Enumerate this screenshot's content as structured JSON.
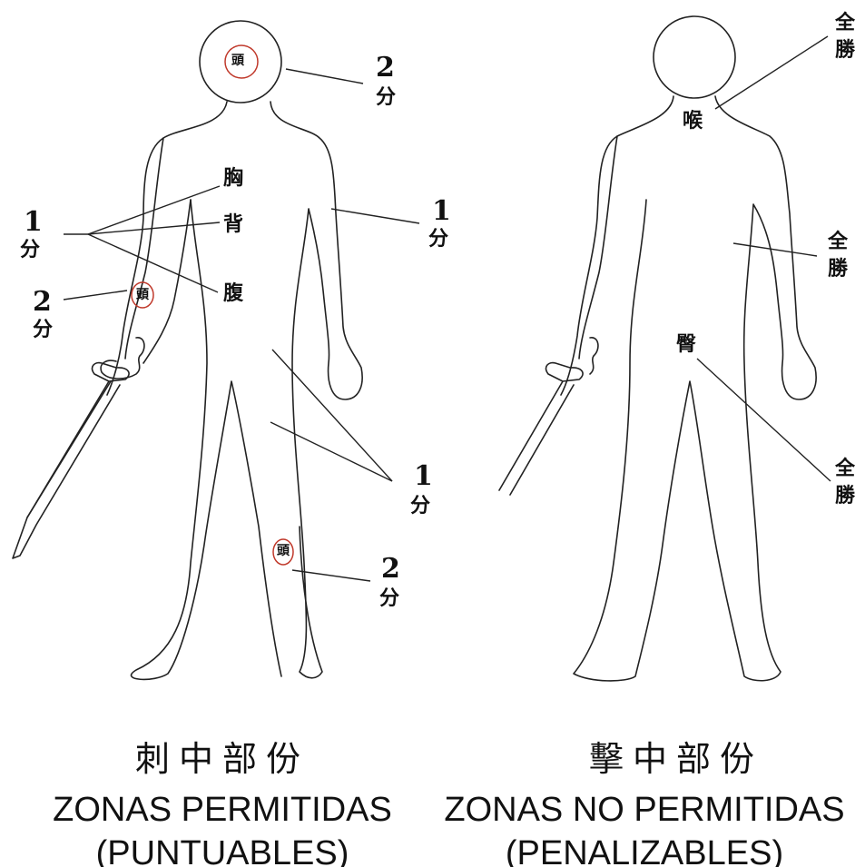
{
  "left_figure": {
    "head_label": "頭",
    "head_points": "2",
    "head_unit": "分",
    "chest_label": "胸",
    "back_label": "背",
    "abdomen_label": "腹",
    "torso_points": "1",
    "torso_unit": "分",
    "arm_points": "1",
    "arm_unit": "分",
    "forearm_mark": "頭",
    "forearm_points": "2",
    "forearm_unit": "分",
    "leg_points": "1",
    "leg_unit": "分",
    "shin_mark": "頭",
    "shin_points": "2",
    "shin_unit": "分",
    "caption_cn": "刺中部份",
    "caption_es_line1": "ZONAS PERMITIDAS",
    "caption_es_line2": "(PUNTUABLES)"
  },
  "right_figure": {
    "throat_label": "喉",
    "throat_result_1": "全",
    "throat_result_2": "勝",
    "arm_result_1": "全",
    "arm_result_2": "勝",
    "groin_label": "臀",
    "groin_result_1": "全",
    "groin_result_2": "勝",
    "caption_cn": "擊中部份",
    "caption_es_line1": "ZONAS NO PERMITIDAS",
    "caption_es_line2": "(PENALIZABLES)"
  }
}
